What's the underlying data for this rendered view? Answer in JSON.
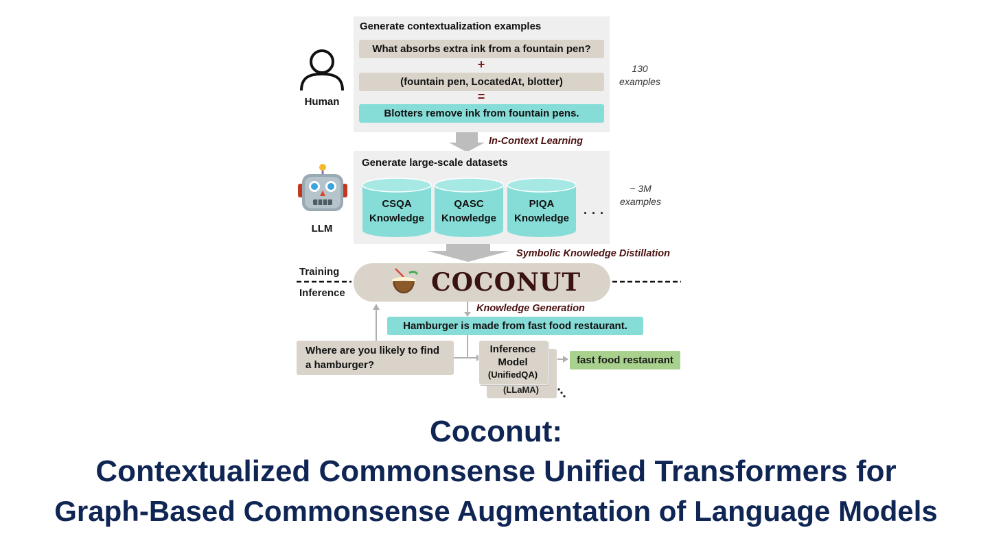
{
  "diagram": {
    "human_panel": {
      "heading": "Generate contextualization examples",
      "question": "What absorbs extra ink from a fountain pen?",
      "plus": "+",
      "triple": "(fountain pen, LocatedAt,  blotter)",
      "equals": "=",
      "result": "Blotters remove ink from fountain pens."
    },
    "human_label": "Human",
    "human_count": {
      "line1": "130",
      "line2": "examples"
    },
    "in_context_label": "In-Context Learning",
    "llm_panel": {
      "heading": "Generate large-scale datasets",
      "datasets": [
        {
          "line1": "CSQA",
          "line2": "Knowledge"
        },
        {
          "line1": "QASC",
          "line2": "Knowledge"
        },
        {
          "line1": "PIQA",
          "line2": "Knowledge"
        }
      ],
      "ellipsis": ". . ."
    },
    "llm_label": "LLM",
    "llm_count": {
      "line1": "~ 3M",
      "line2": "examples"
    },
    "distill_label": "Symbolic Knowledge Distillation",
    "training_label": "Training",
    "inference_label": "Inference",
    "coconut_name": "COCONUT",
    "knowledge_gen_label": "Knowledge Generation",
    "generated_knowledge": "Hamburger is made from fast food restaurant.",
    "question_line1": "Where are you likely to find",
    "question_line2": "a hamburger?",
    "inference_model": {
      "line1": "Inference",
      "line2": "Model",
      "line3": "(UnifiedQA)",
      "back": "(LLaMA)"
    },
    "answer": "fast food restaurant"
  },
  "title": {
    "line1": "Coconut:",
    "line2": "Contextualized Commonsense Unified Transformers for",
    "line3": "Graph-Based Commonsense Augmentation of Language Models"
  },
  "colors": {
    "teal": "#86ddd8",
    "beige": "#d9d3ca",
    "green": "#a9d18e",
    "title": "#0f2554",
    "label": "#4a1010"
  }
}
